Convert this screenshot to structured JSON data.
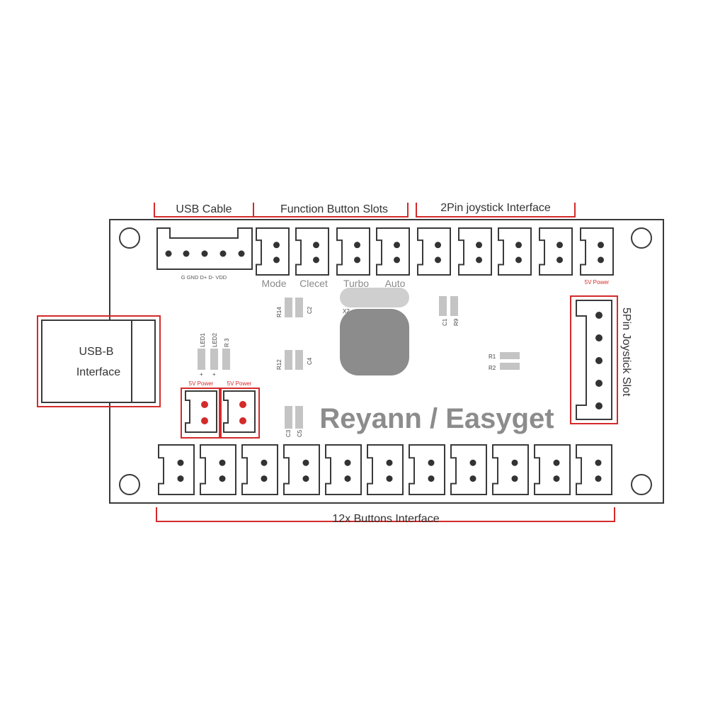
{
  "labels": {
    "usb_cable": "USB Cable",
    "function_slots": "Function Button Slots",
    "joystick_2pin": "2Pin joystick Interface",
    "joystick_5pin": "5Pin Joystick Slot",
    "buttons_12x": "12x Buttons Interface",
    "usb_b_line1": "USB-B",
    "usb_b_line2": "Interface",
    "usb_pins": "G GND D+ D- VDD",
    "brand": "Reyann / Easyget",
    "power_5v": "5V Power"
  },
  "function_buttons": [
    "Mode",
    "Clecet",
    "Turbo",
    "Auto"
  ],
  "components": {
    "r14": "R14",
    "c2": "C2",
    "x2": "X2",
    "r12": "R12",
    "c4": "C4",
    "c3": "C3",
    "c5": "C5",
    "c1": "C1",
    "r9": "R9",
    "r1": "R1",
    "r2": "R2",
    "led1": "LED1",
    "led2": "LED2",
    "r3": "R 3",
    "plus1": "+",
    "plus2": "+"
  },
  "colors": {
    "annotation_red": "#d42a2a",
    "outline": "#3a3a3a",
    "component_gray": "#c4c4c4",
    "chip_gray": "#8c8c8c"
  }
}
